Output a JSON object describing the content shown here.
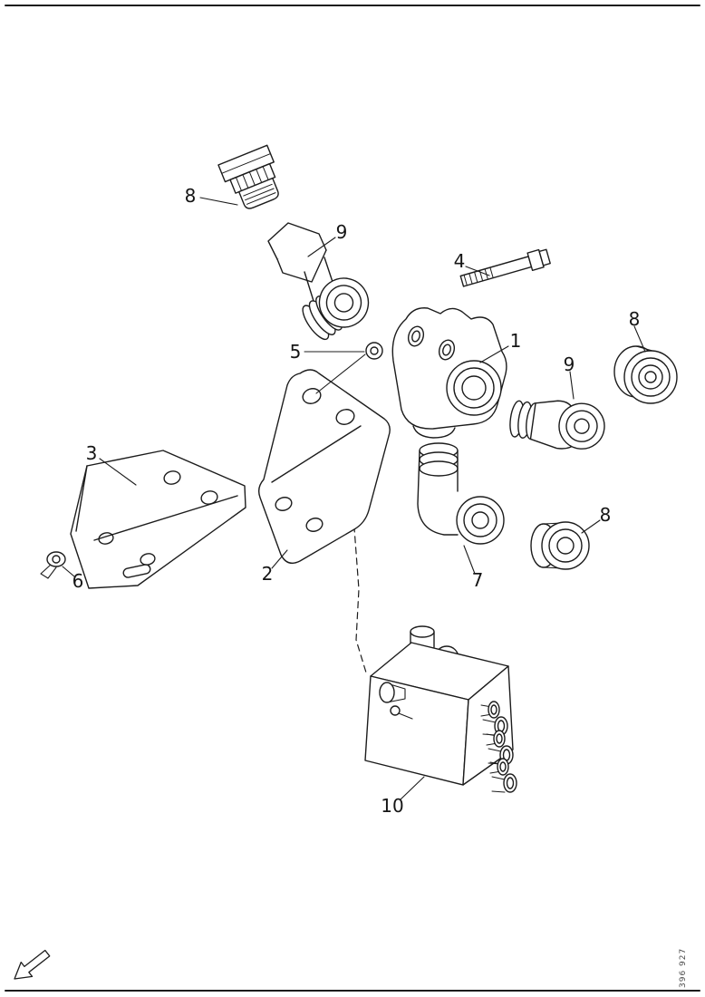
{
  "page": {
    "background": "#ffffff",
    "line_color": "#1c1c1c",
    "doc_number": "396 927",
    "callouts": [
      {
        "label": "8"
      },
      {
        "label": "9"
      },
      {
        "label": "4"
      },
      {
        "label": "1"
      },
      {
        "label": "8"
      },
      {
        "label": "5"
      },
      {
        "label": "9"
      },
      {
        "label": "3"
      },
      {
        "label": "8"
      },
      {
        "label": "6"
      },
      {
        "label": "2"
      },
      {
        "label": "7"
      },
      {
        "label": "10"
      }
    ],
    "icons": [
      {
        "name": "direction-arrow-icon"
      }
    ]
  }
}
